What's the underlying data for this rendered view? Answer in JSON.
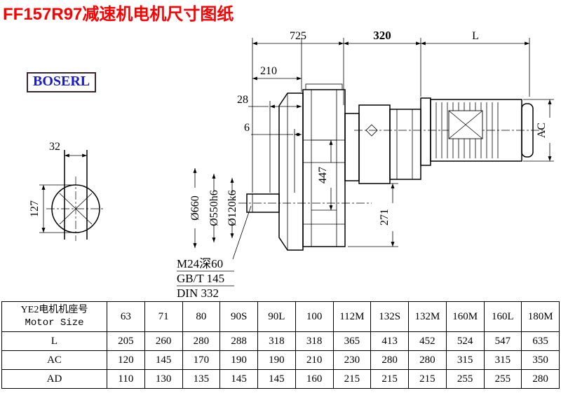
{
  "page": {
    "title": "FF157R97减速机电机尺寸图纸",
    "brand": "BOSERL"
  },
  "drawing": {
    "dims": {
      "top_725": "725",
      "top_320": "320",
      "top_L": "L",
      "left_210": "210",
      "left_28": "28",
      "left_6": "6",
      "detail_32": "32",
      "detail_127": "127",
      "dia_660": "Ø660",
      "dia_550": "Ø550h6",
      "dia_120": "Ø120k6",
      "v_447": "447",
      "v_271": "271",
      "right_AC": "AC"
    },
    "notes": {
      "thread": "M24深60",
      "std1": "GB/T 145",
      "std2": "DIN 332"
    }
  },
  "table": {
    "header": {
      "line1": "YE2电机机座号",
      "line2": "Motor Size"
    },
    "sizes": [
      "63",
      "71",
      "80",
      "90S",
      "90L",
      "100",
      "112M",
      "132S",
      "132M",
      "160M",
      "160L",
      "180M"
    ],
    "rows": [
      {
        "label": "L",
        "values": [
          "205",
          "260",
          "280",
          "288",
          "318",
          "318",
          "365",
          "413",
          "452",
          "524",
          "547",
          "635"
        ]
      },
      {
        "label": "AC",
        "values": [
          "120",
          "145",
          "170",
          "190",
          "190",
          "210",
          "230",
          "280",
          "280",
          "315",
          "315",
          "350"
        ]
      },
      {
        "label": "AD",
        "values": [
          "110",
          "130",
          "135",
          "145",
          "145",
          "160",
          "215",
          "215",
          "215",
          "255",
          "255",
          "280"
        ]
      }
    ]
  }
}
